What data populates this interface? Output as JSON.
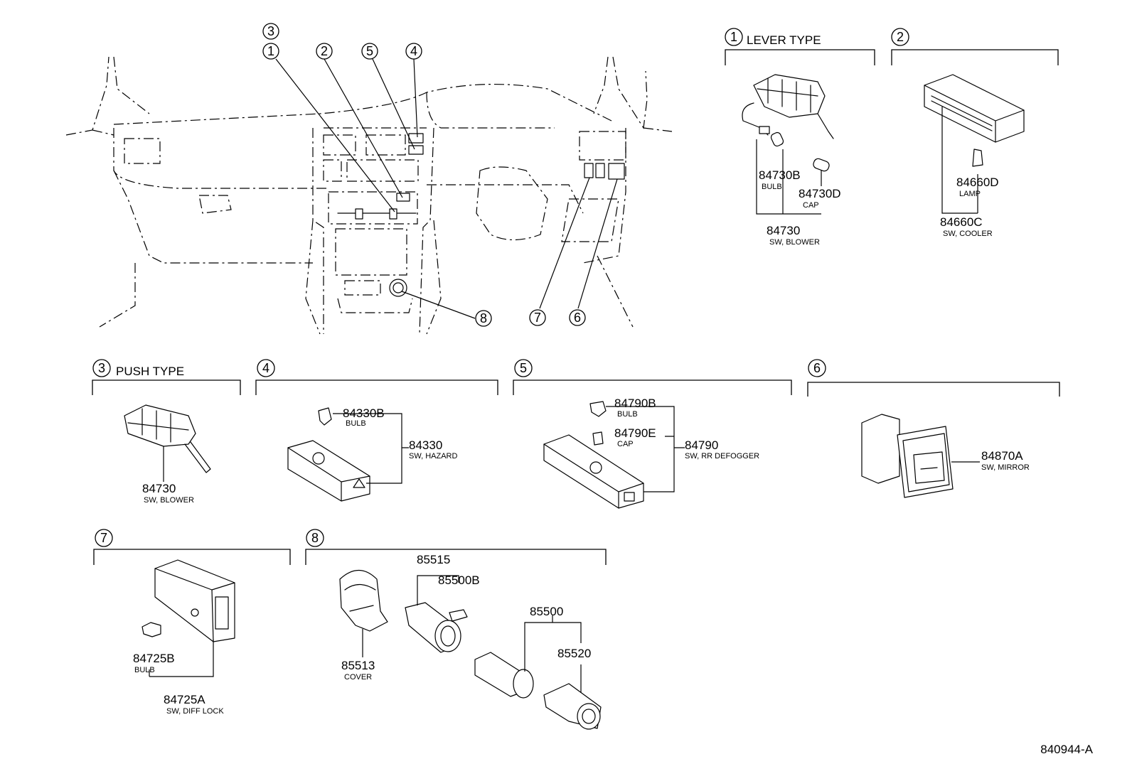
{
  "sections": [
    {
      "id": "1",
      "circle": "1",
      "title": "LEVER TYPE"
    },
    {
      "id": "2",
      "circle": "2",
      "title": ""
    },
    {
      "id": "3",
      "circle": "3",
      "title": "PUSH TYPE"
    },
    {
      "id": "4",
      "circle": "4",
      "title": ""
    },
    {
      "id": "5",
      "circle": "5",
      "title": ""
    },
    {
      "id": "6",
      "circle": "6",
      "title": ""
    },
    {
      "id": "7",
      "circle": "7",
      "title": ""
    },
    {
      "id": "8",
      "circle": "8",
      "title": ""
    }
  ],
  "overview_callouts": [
    "3",
    "1",
    "2",
    "5",
    "4",
    "8",
    "7",
    "6"
  ],
  "parts": {
    "p84730B": {
      "number": "84730B",
      "desc": "BULB"
    },
    "p84730D": {
      "number": "84730D",
      "desc": "CAP"
    },
    "p84730_lever": {
      "number": "84730",
      "desc": "SW, BLOWER"
    },
    "p84660D": {
      "number": "84660D",
      "desc": "LAMP"
    },
    "p84660C": {
      "number": "84660C",
      "desc": "SW, COOLER"
    },
    "p84730_push": {
      "number": "84730",
      "desc": "SW, BLOWER"
    },
    "p84330B": {
      "number": "84330B",
      "desc": "BULB"
    },
    "p84330": {
      "number": "84330",
      "desc": "SW, HAZARD"
    },
    "p84790B": {
      "number": "84790B",
      "desc": "BULB"
    },
    "p84790E": {
      "number": "84790E",
      "desc": "CAP"
    },
    "p84790": {
      "number": "84790",
      "desc": "SW, RR DEFOGGER"
    },
    "p84870A": {
      "number": "84870A",
      "desc": "SW, MIRROR"
    },
    "p84725B": {
      "number": "84725B",
      "desc": "BULB"
    },
    "p84725A": {
      "number": "84725A",
      "desc": "SW, DIFF LOCK"
    },
    "p85515": {
      "number": "85515",
      "desc": ""
    },
    "p85500B": {
      "number": "85500B",
      "desc": ""
    },
    "p85513": {
      "number": "85513",
      "desc": "COVER"
    },
    "p85500": {
      "number": "85500",
      "desc": ""
    },
    "p85520": {
      "number": "85520",
      "desc": ""
    }
  },
  "diagram_id": "840944-A"
}
